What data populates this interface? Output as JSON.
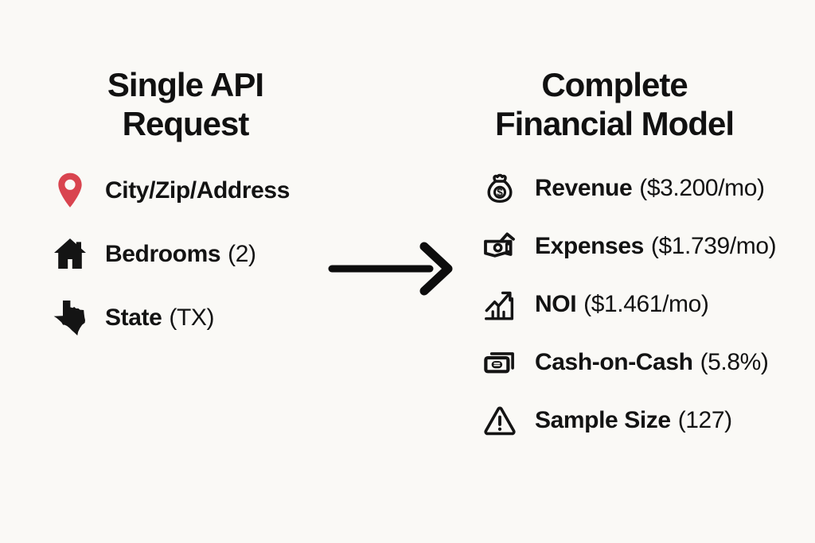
{
  "diagram": {
    "background_color": "#faf9f6",
    "text_color": "#131313",
    "pin_color": "#d9444f",
    "icon_color": "#141414",
    "left": {
      "title_line1": "Single API",
      "title_line2": "Request",
      "items": [
        {
          "icon": "map-pin-icon",
          "label": "City/Zip/Address",
          "value": ""
        },
        {
          "icon": "house-icon",
          "label": "Bedrooms",
          "value": "(2)"
        },
        {
          "icon": "texas-state-icon",
          "label": "State",
          "value": "(TX)"
        }
      ]
    },
    "arrow": {
      "icon": "right-arrow-icon",
      "direction": "right"
    },
    "right": {
      "title_line1": "Complete",
      "title_line2": "Financial Model",
      "items": [
        {
          "icon": "money-bag-icon",
          "label": "Revenue",
          "value": "($3.200/mo)"
        },
        {
          "icon": "banknote-icon",
          "label": "Expenses",
          "value": "($1.739/mo)"
        },
        {
          "icon": "chart-up-icon",
          "label": "NOI",
          "value": "($1.461/mo)"
        },
        {
          "icon": "cash-stack-icon",
          "label": "Cash-on-Cash",
          "value": "(5.8%)"
        },
        {
          "icon": "warning-triangle-icon",
          "label": "Sample Size",
          "value": "(127)"
        }
      ]
    }
  }
}
